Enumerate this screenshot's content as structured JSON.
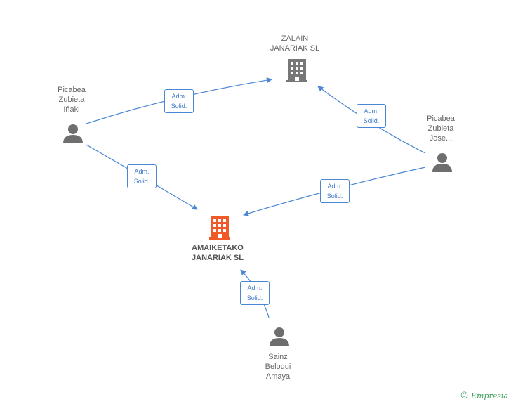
{
  "nodes": {
    "zalain": {
      "line1": "ZALAIN",
      "line2": "JANARIAK SL"
    },
    "amaiketako": {
      "line1": "AMAIKETAKO",
      "line2": "JANARIAK SL"
    },
    "picabea_inaki": {
      "line1": "Picabea",
      "line2": "Zubieta",
      "line3": "Iñaki"
    },
    "picabea_jose": {
      "line1": "Picabea",
      "line2": "Zubieta",
      "line3": "Jose..."
    },
    "sainz": {
      "line1": "Sainz",
      "line2": "Beloqui",
      "line3": "Amaya"
    }
  },
  "edges": [
    {
      "from": "Picabea Zubieta Iñaki",
      "to": "ZALAIN JANARIAK SL",
      "line1": "Adm.",
      "line2": "Solid."
    },
    {
      "from": "Picabea Zubieta Iñaki",
      "to": "AMAIKETAKO JANARIAK SL",
      "line1": "Adm.",
      "line2": "Solid."
    },
    {
      "from": "Picabea Zubieta Jose...",
      "to": "ZALAIN JANARIAK SL",
      "line1": "Adm.",
      "line2": "Solid."
    },
    {
      "from": "Picabea Zubieta Jose...",
      "to": "AMAIKETAKO JANARIAK SL",
      "line1": "Adm.",
      "line2": "Solid."
    },
    {
      "from": "Sainz Beloqui Amaya",
      "to": "AMAIKETAKO JANARIAK SL",
      "line1": "Adm.",
      "line2": "Solid."
    }
  ],
  "colors": {
    "edge": "#4a86d4",
    "company": "#777777",
    "main_company": "#f05a28",
    "person": "#6e6e6e"
  },
  "icons": {
    "company": "building-icon",
    "person": "person-icon"
  },
  "watermark": {
    "symbol": "©",
    "text": "Empresia"
  }
}
